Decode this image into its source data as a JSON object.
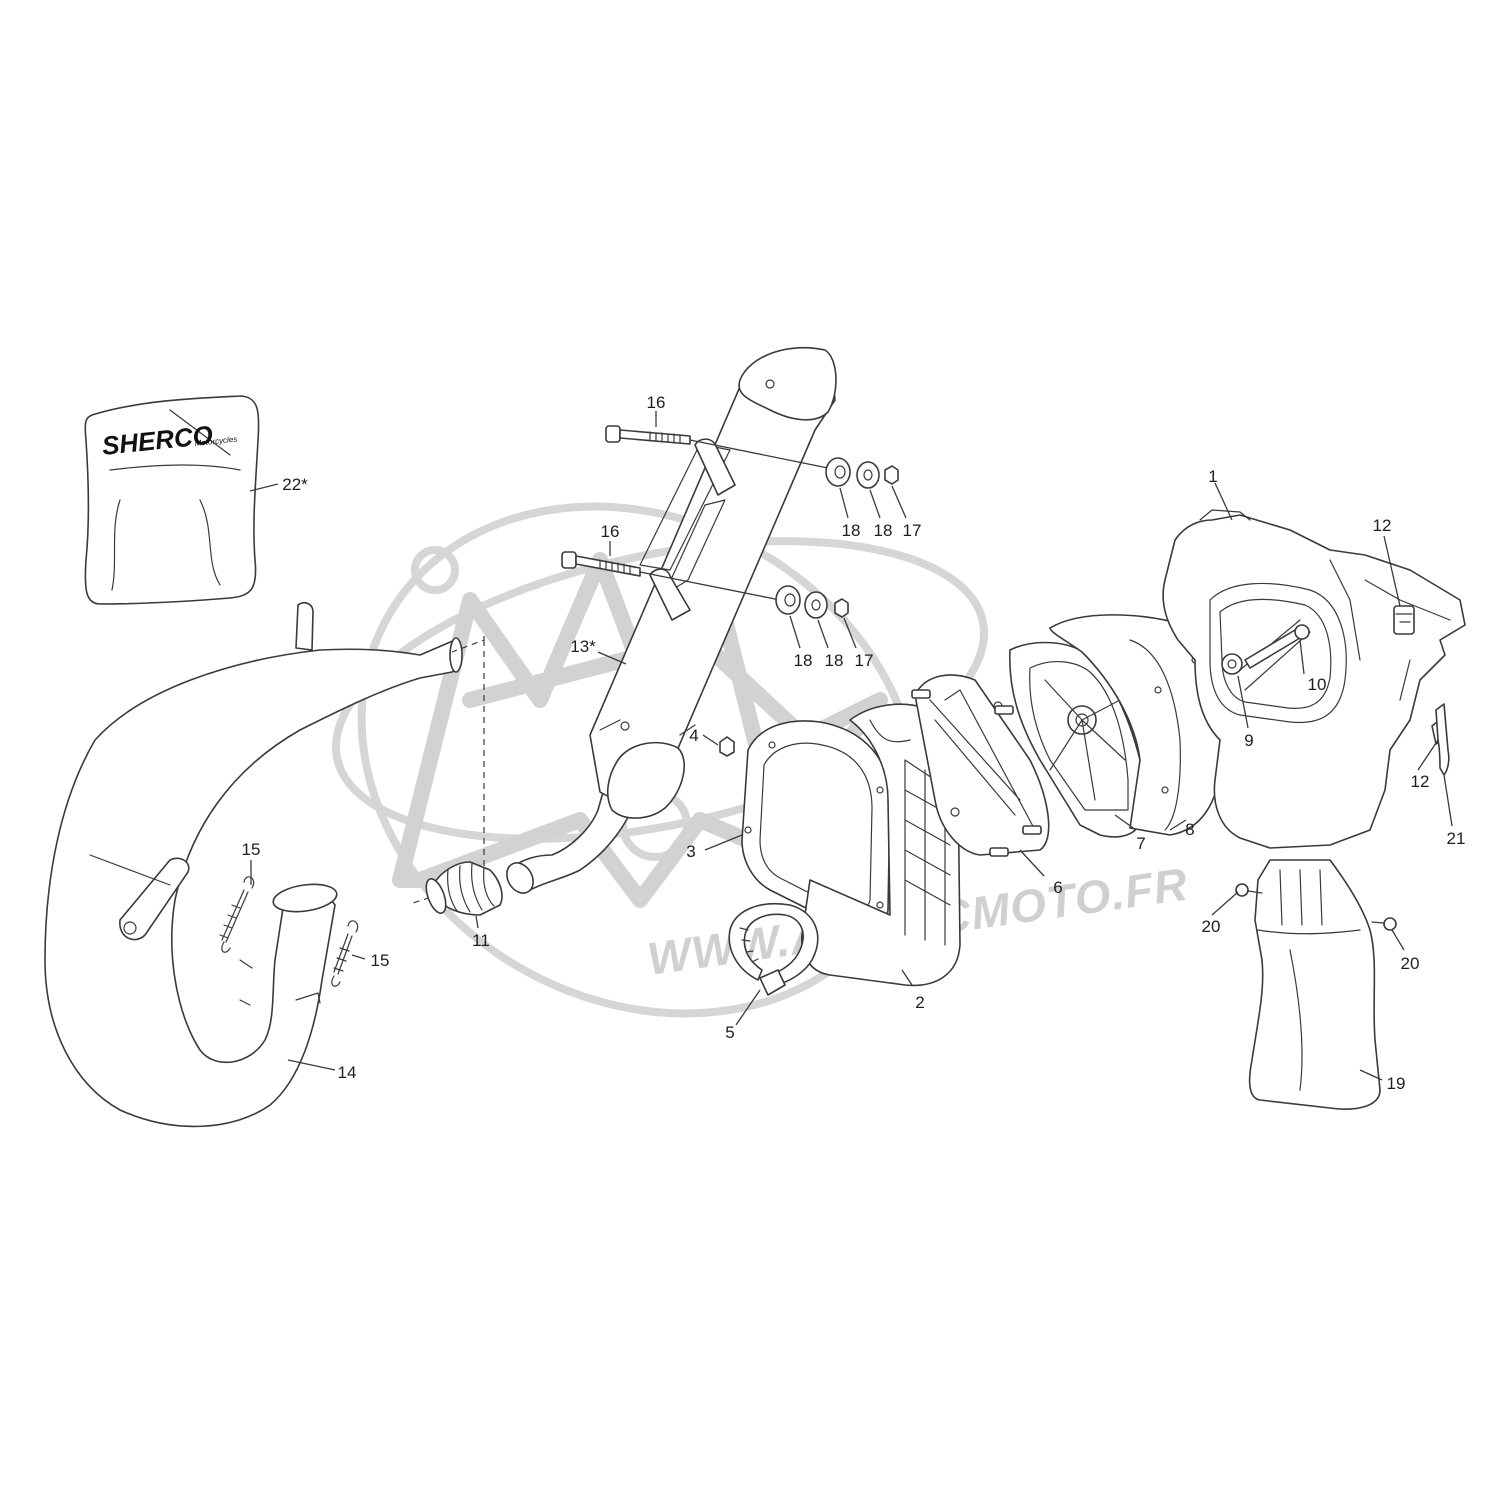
{
  "watermark": {
    "text": "WWW.ATOMICMOTO.FR"
  },
  "bag_logo": {
    "brand": "SHERCO",
    "subtitle": "Motorcycles"
  },
  "callouts": [
    {
      "id": "c1",
      "label": "1"
    },
    {
      "id": "c2",
      "label": "2"
    },
    {
      "id": "c3",
      "label": "3"
    },
    {
      "id": "c4",
      "label": "4"
    },
    {
      "id": "c5",
      "label": "5"
    },
    {
      "id": "c6",
      "label": "6"
    },
    {
      "id": "c7",
      "label": "7"
    },
    {
      "id": "c8",
      "label": "8"
    },
    {
      "id": "c9",
      "label": "9"
    },
    {
      "id": "c10",
      "label": "10"
    },
    {
      "id": "c11",
      "label": "11"
    },
    {
      "id": "c12a",
      "label": "12"
    },
    {
      "id": "c12b",
      "label": "12"
    },
    {
      "id": "c13",
      "label": "13*"
    },
    {
      "id": "c14",
      "label": "14"
    },
    {
      "id": "c15a",
      "label": "15"
    },
    {
      "id": "c15b",
      "label": "15"
    },
    {
      "id": "c16a",
      "label": "16"
    },
    {
      "id": "c16b",
      "label": "16"
    },
    {
      "id": "c17a",
      "label": "17"
    },
    {
      "id": "c17b",
      "label": "17"
    },
    {
      "id": "c18a",
      "label": "18"
    },
    {
      "id": "c18b",
      "label": "18"
    },
    {
      "id": "c18c",
      "label": "18"
    },
    {
      "id": "c18d",
      "label": "18"
    },
    {
      "id": "c19",
      "label": "19"
    },
    {
      "id": "c20a",
      "label": "20"
    },
    {
      "id": "c20b",
      "label": "20"
    },
    {
      "id": "c21",
      "label": "21"
    },
    {
      "id": "c22",
      "label": "22*"
    }
  ]
}
